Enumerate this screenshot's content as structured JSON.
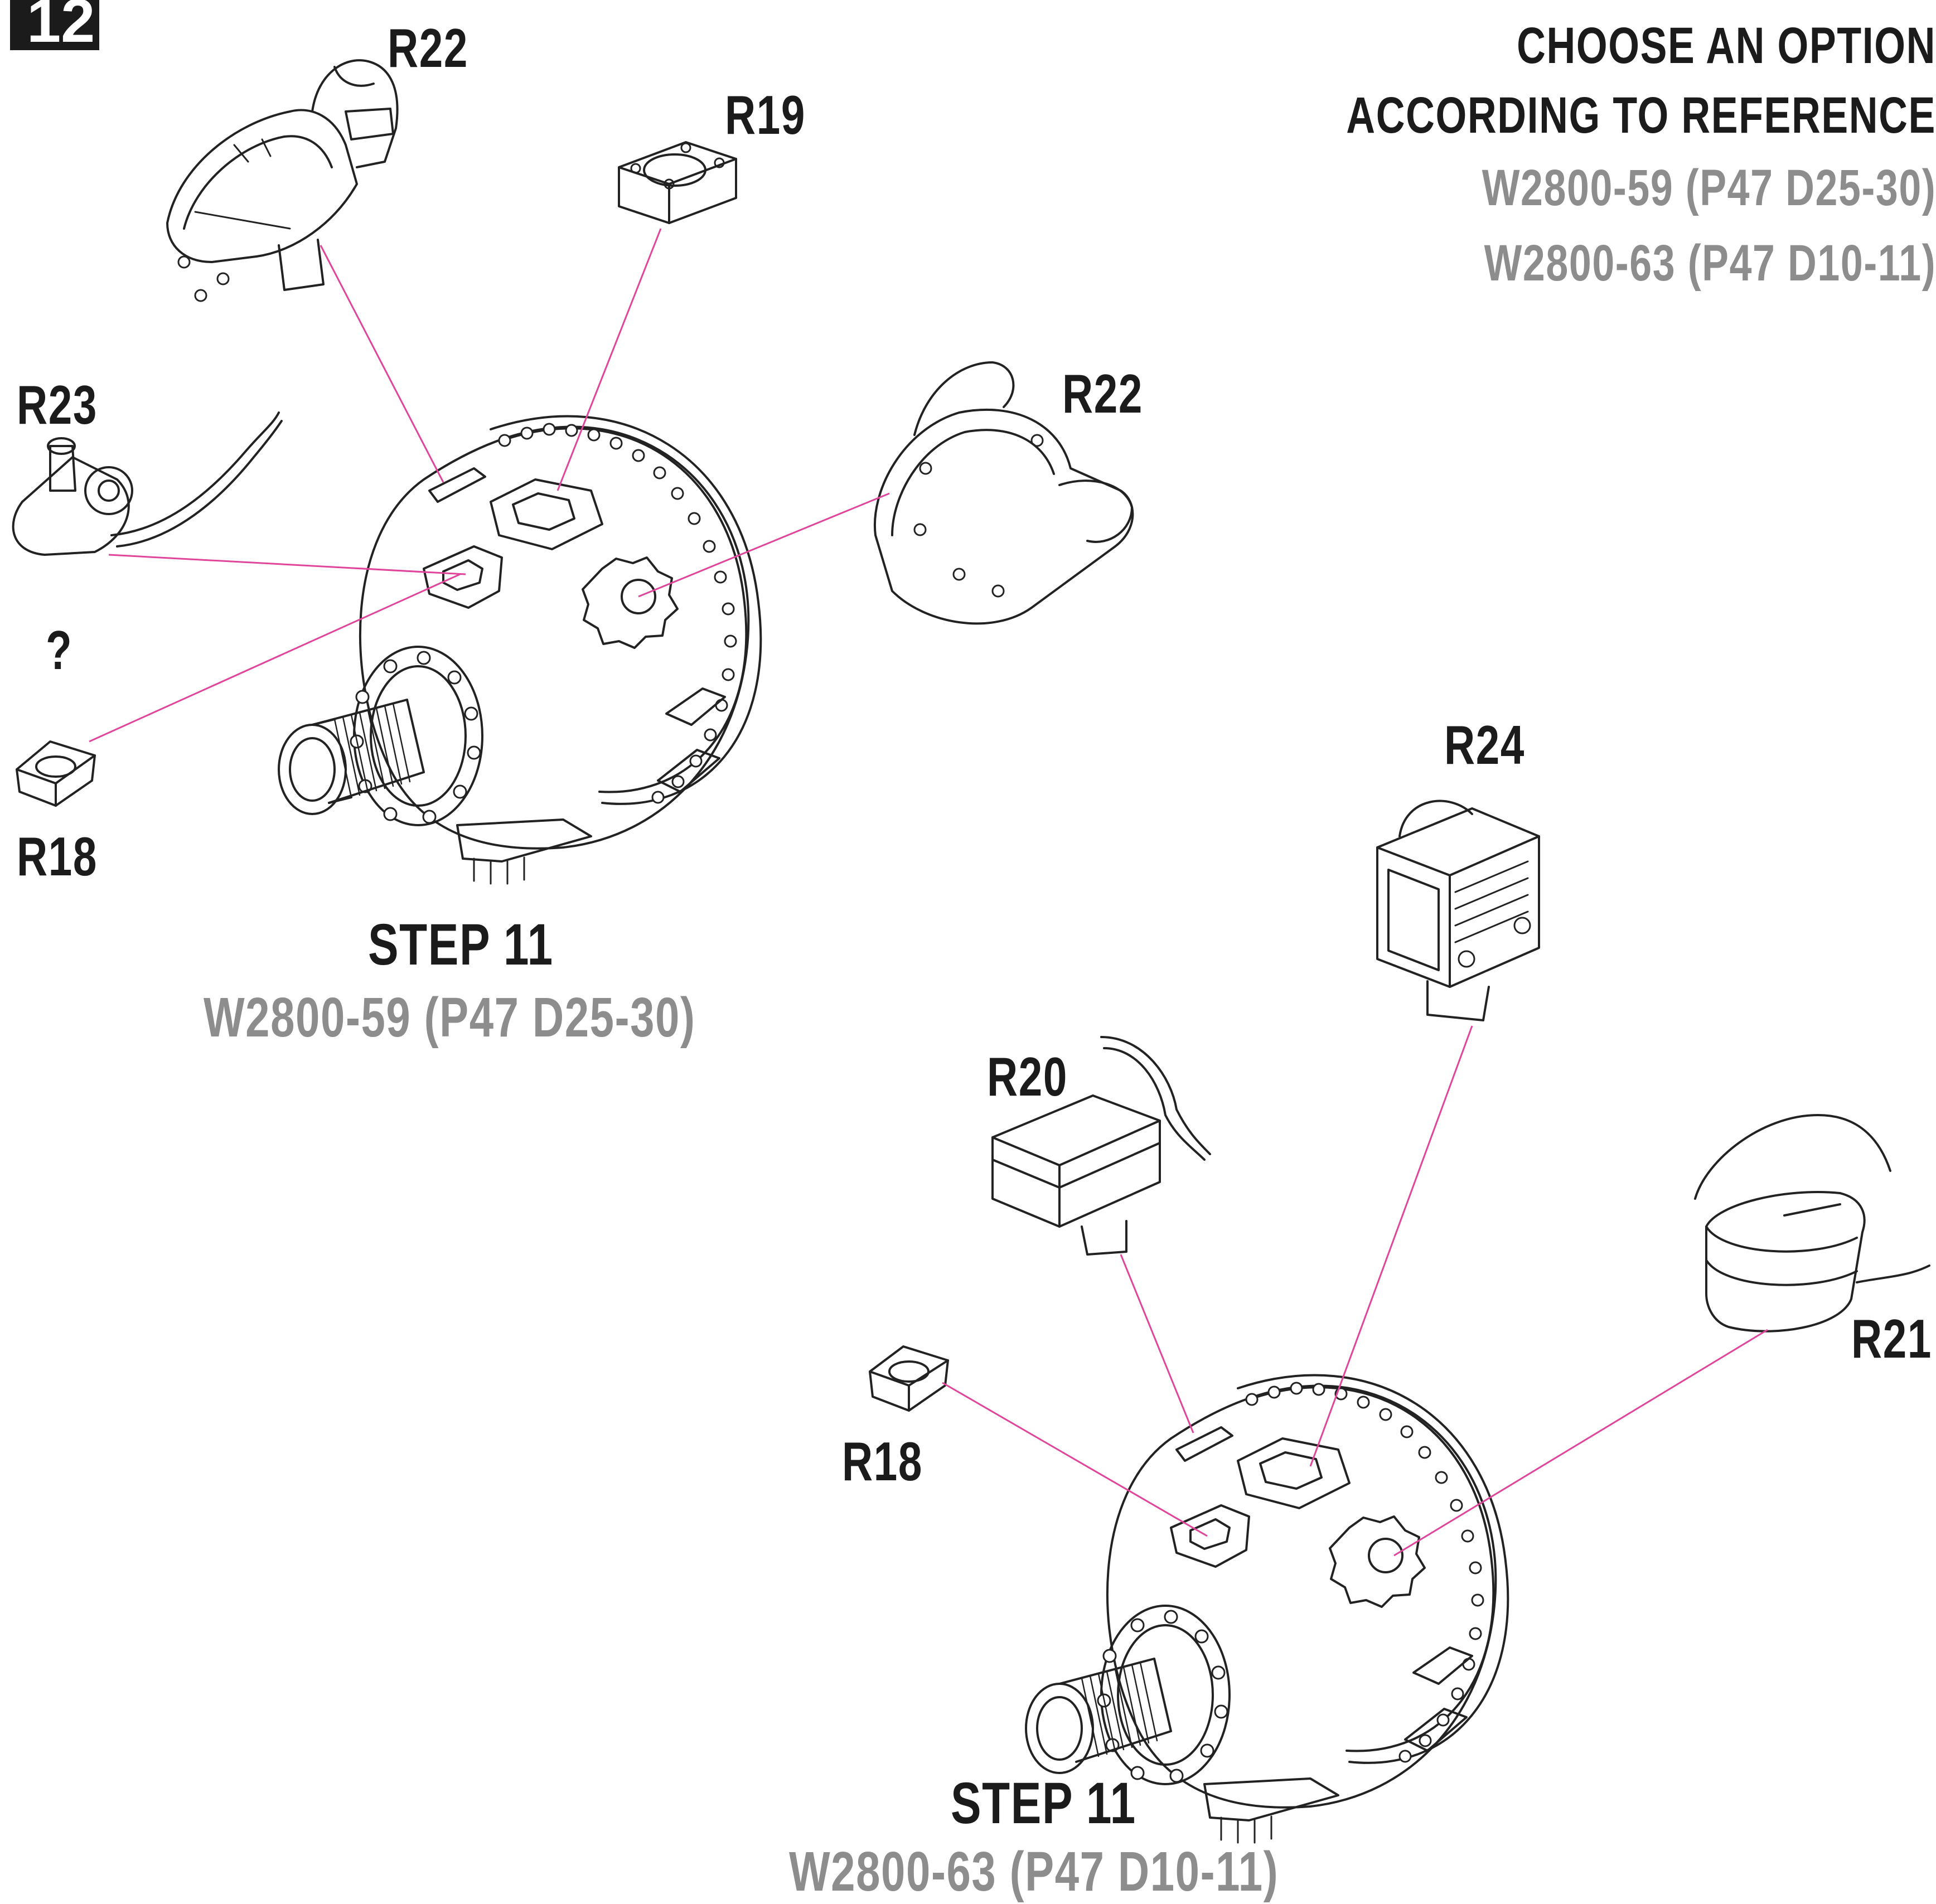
{
  "step_number": "12",
  "header": {
    "line1": "CHOOSE AN OPTION",
    "line2": "ACCORDING TO REFERENCE",
    "option1": "W2800-59 (P47 D25-30)",
    "option2": "W2800-63 (P47 D10-11)"
  },
  "assembly_a": {
    "step_label": "STEP 11",
    "variant_label": "W2800-59 (P47 D25-30)",
    "parts": {
      "r22_top": "R22",
      "r19": "R19",
      "r22_right": "R22",
      "r23": "R23",
      "question": "?",
      "r18": "R18"
    }
  },
  "assembly_b": {
    "step_label": "STEP 11",
    "variant_label": "W2800-63 (P47 D10-11)",
    "parts": {
      "r24": "R24",
      "r20": "R20",
      "r18": "R18",
      "r21": "R21"
    }
  },
  "colors": {
    "leader": "#e0449b",
    "ink": "#1b1b1b",
    "grey_text": "#8d8d8d"
  }
}
